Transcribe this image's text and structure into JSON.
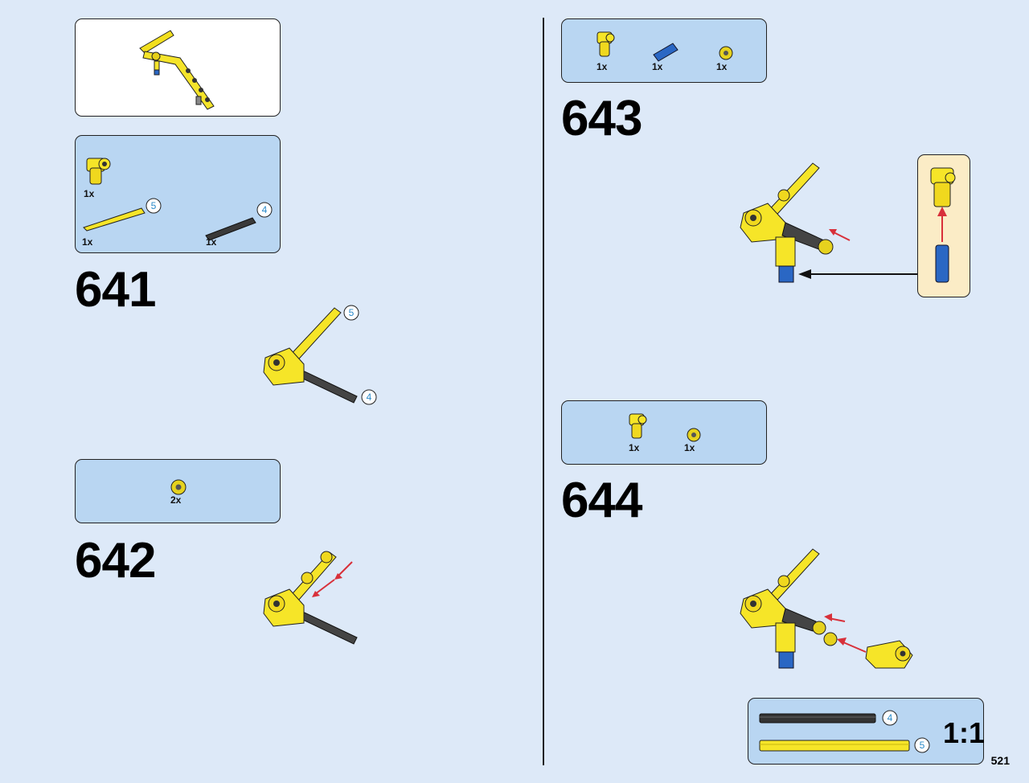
{
  "page_number": "521",
  "steps": {
    "s641": {
      "number": "641",
      "parts": [
        {
          "qty": "1x",
          "icon": "yellow-connector-icon"
        },
        {
          "qty": "1x",
          "icon": "yellow-axle-icon",
          "length": "5"
        },
        {
          "qty": "1x",
          "icon": "black-axle-icon",
          "length": "4"
        }
      ],
      "labels": [
        "5",
        "4"
      ]
    },
    "s642": {
      "number": "642",
      "parts": [
        {
          "qty": "2x",
          "icon": "yellow-bush-icon"
        }
      ]
    },
    "s643": {
      "number": "643",
      "parts": [
        {
          "qty": "1x",
          "icon": "yellow-connector-icon"
        },
        {
          "qty": "1x",
          "icon": "blue-pin-icon"
        },
        {
          "qty": "1x",
          "icon": "yellow-bush-icon"
        }
      ]
    },
    "s644": {
      "number": "644",
      "parts": [
        {
          "qty": "1x",
          "icon": "yellow-connector-icon"
        },
        {
          "qty": "1x",
          "icon": "yellow-bush-icon"
        }
      ]
    }
  },
  "scale_ruler": {
    "label": "1:1",
    "black_length": "4",
    "yellow_length": "5"
  },
  "colors": {
    "background": "#dde9f8",
    "parts_box": "#b9d6f2",
    "yellow": "#f6e528",
    "blue": "#2a67c4",
    "arrow_red": "#d8303a"
  }
}
